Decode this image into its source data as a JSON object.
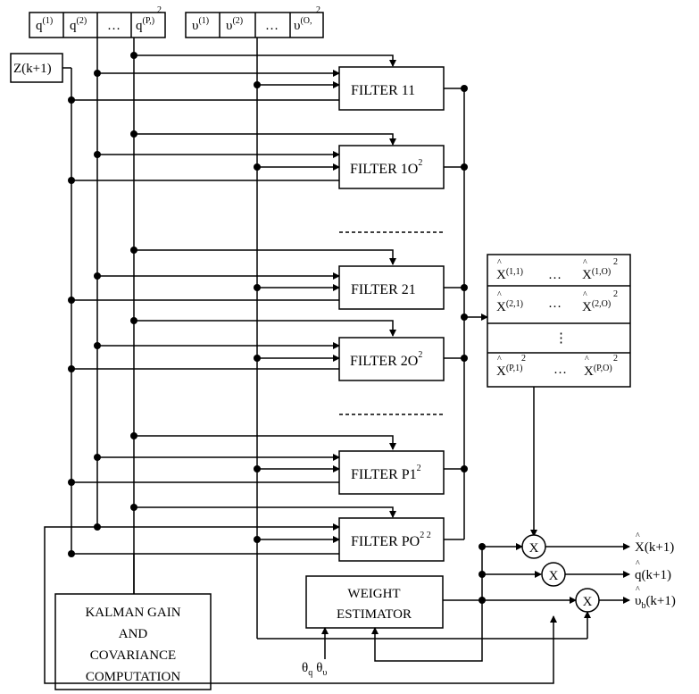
{
  "q_registers": [
    "q",
    "q",
    "…",
    "q"
  ],
  "q_sup": [
    "(1)",
    "(2)",
    "",
    "(P,)"
  ],
  "v_registers": [
    "υ",
    "υ",
    "…",
    "υ"
  ],
  "v_sup": [
    "(1)",
    "(2)",
    "",
    "(O,"
  ],
  "v_sup_tail": "2",
  "q_sup_tail": "2",
  "input_label": "Z(k+1)",
  "filters": [
    {
      "label": "FILTER 11",
      "sup": ""
    },
    {
      "label": "FILTER 1O",
      "sup": "2"
    },
    {
      "label": "FILTER 21",
      "sup": ""
    },
    {
      "label": "FILTER 2O",
      "sup": "2"
    },
    {
      "label": "FILTER P1",
      "sup": "2"
    },
    {
      "label": "FILTER PO",
      "sup": "2 2"
    }
  ],
  "kalman": [
    "KALMAN GAIN",
    "AND",
    "COVARIANCE",
    "COMPUTATION"
  ],
  "weight": [
    "WEIGHT",
    "ESTIMATOR"
  ],
  "theta": [
    "θ",
    "q",
    "θ",
    "υ"
  ],
  "table_rows": [
    [
      "X",
      "(1,1)",
      "…",
      "X",
      "(1,O)",
      "2"
    ],
    [
      "X",
      "(2,1)",
      "…",
      "X",
      "(2,O)",
      "2"
    ],
    [
      "",
      "",
      "⋮",
      "",
      "",
      ""
    ],
    [
      "X",
      "(P,1)",
      "…",
      "X",
      "(P,O)",
      "2"
    ]
  ],
  "hat": "^",
  "multiplier": "X",
  "outputs": [
    {
      "sym": "X",
      "sub": "",
      "tail": "(k+1)"
    },
    {
      "sym": "q",
      "sub": "",
      "tail": "(k+1)"
    },
    {
      "sym": "υ",
      "sub": "b",
      "tail": "(k+1)"
    }
  ]
}
